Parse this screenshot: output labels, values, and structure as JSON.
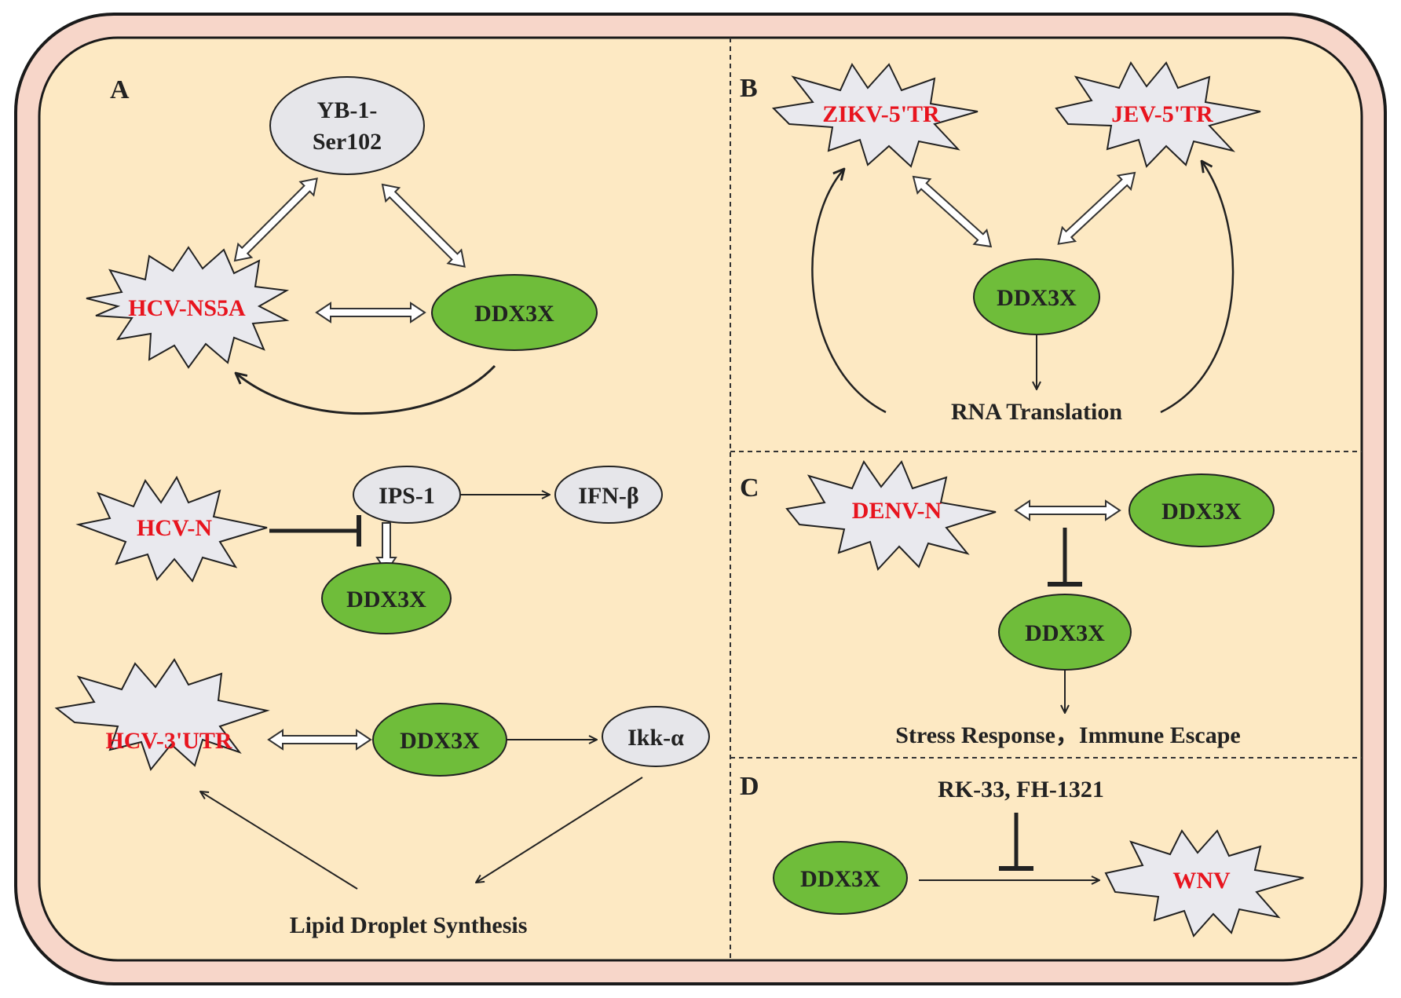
{
  "colors": {
    "cell_membrane": "#f7d6c9",
    "cell_border": "#1a1a1a",
    "cytoplasm": "#fde9c3",
    "virus_fill": "#e9e9ee",
    "host_protein_fill": "#e6e6ea",
    "ddx3x_fill": "#6fbd3a",
    "virus_label": "#e8141e",
    "text": "#222222"
  },
  "panels": {
    "a": {
      "letter": "A",
      "yb1_line1": "YB-1-",
      "yb1_line2": "Ser102",
      "hcv_ns5a": "HCV-NS5A",
      "ddx3x_top": "DDX3X",
      "hcv_n": "HCV-N",
      "ips1": "IPS-1",
      "ifnb": "IFN-β",
      "ddx3x_mid": "DDX3X",
      "hcv_3utr": "HCV-3'UTR",
      "ddx3x_bottom": "DDX3X",
      "ikka": "Ikk-α",
      "lipid": "Lipid Droplet Synthesis"
    },
    "b": {
      "letter": "B",
      "zikv": "ZIKV-5'TR",
      "jev": "JEV-5'TR",
      "ddx3x": "DDX3X",
      "rna_translation": "RNA Translation"
    },
    "c": {
      "letter": "C",
      "denv_n": "DENV-N",
      "ddx3x_right": "DDX3X",
      "ddx3x_lower": "DDX3X",
      "outcome": "Stress Response，Immune Escape"
    },
    "d": {
      "letter": "D",
      "inhibitors": "RK-33, FH-1321",
      "ddx3x": "DDX3X",
      "wnv": "WNV"
    }
  }
}
